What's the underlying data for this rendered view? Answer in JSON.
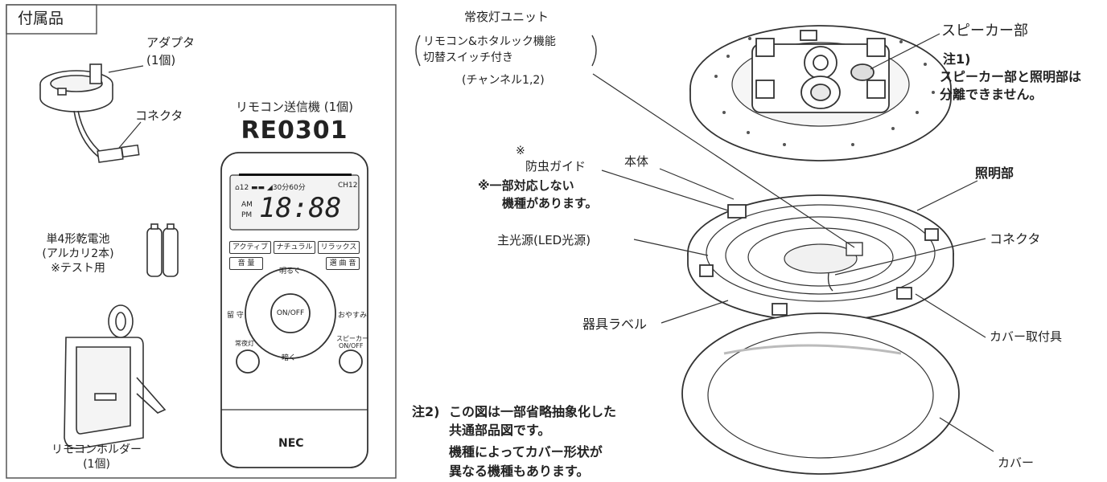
{
  "accessories": {
    "title": "付属品",
    "adapter": {
      "name": "アダプタ",
      "qty": "(1個)"
    },
    "connector": "コネクタ",
    "battery": {
      "line1": "単4形乾電池",
      "line2": "(アルカリ2本)",
      "line3": "※テスト用"
    },
    "holder": {
      "name": "リモコンホルダー",
      "qty": "(1個)"
    },
    "remote": {
      "caption": "リモコン送信機 (1個)",
      "model": "RE0301",
      "lcd_top": "⌂12  ▬▬  ◢30分60分",
      "lcd_ch": "CH12",
      "lcd_am": "AM",
      "lcd_pm": "PM",
      "lcd_time": "18:88",
      "btn_active": "アクティブ",
      "btn_natural": "ナチュラル",
      "btn_relax": "リラックス",
      "btn_vol": "音  量",
      "btn_select": "選 曲 音",
      "brighter": "明るく",
      "darker": "暗く",
      "onoff": "ON/OFF",
      "away": "留 守",
      "sleep": "おやすみ",
      "nightlight": "常夜灯",
      "speaker": "スピーカー",
      "speaker_onoff": "ON/OFF",
      "brand": "NEC"
    }
  },
  "parts": {
    "nightlight_unit": "常夜灯ユニット",
    "nightlight_note1": "リモコン&ホタルック機能",
    "nightlight_note2": "切替スイッチ付き",
    "nightlight_channel": "(チャンネル1,2)",
    "speaker_part": "スピーカー部",
    "note1_title": "注1)",
    "note1_line1": "スピーカー部と照明部は",
    "note1_line2": "分離できません。",
    "body": "本体",
    "bug_mark": "※",
    "bug_guide": "防虫ガイド",
    "bug_note1": "※一部対応しない",
    "bug_note2": "機種があります。",
    "lighting_part": "照明部",
    "main_light": "主光源(LED光源)",
    "connector": "コネクタ",
    "label": "器具ラベル",
    "cover_mount": "カバー取付具",
    "cover": "カバー",
    "note2_title": "注2)",
    "note2_line1": "この図は一部省略抽象化した",
    "note2_line2": "共通部品図です。",
    "note2_line3": "機種によってカバー形状が",
    "note2_line4": "異なる機種もあります。"
  }
}
